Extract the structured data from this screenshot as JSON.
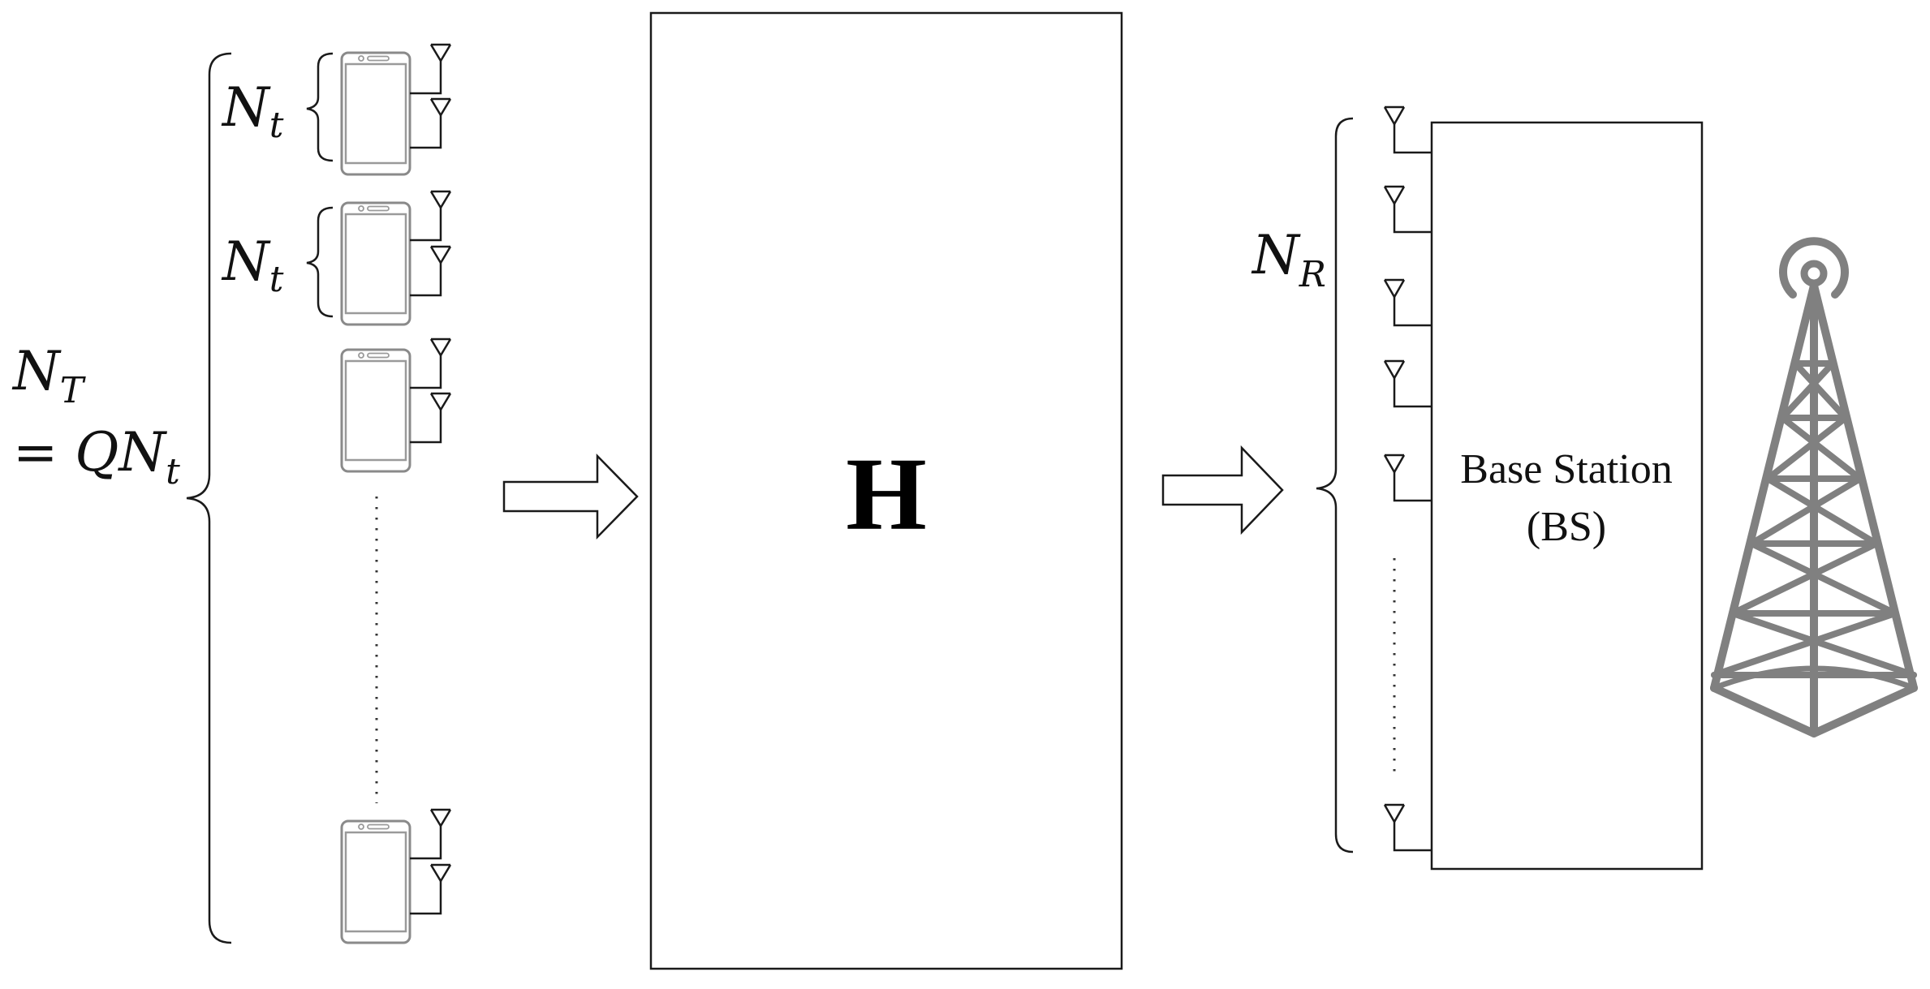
{
  "labels": {
    "nt_top": "N",
    "nt_top_sub": "t",
    "nt_second": "N",
    "nt_second_sub": "t",
    "nT": "N",
    "nT_sub": "T",
    "nT_eq": "= QN",
    "nT_eq_sub": "t",
    "nR": "N",
    "nR_sub": "R",
    "channel": "H",
    "base_station_line1": "Base Station",
    "base_station_line2": "(BS)"
  },
  "icons": [
    "smartphone-icon",
    "antenna-icon",
    "cell-tower-icon",
    "right-arrow-icon",
    "curly-brace-icon"
  ],
  "colors": {
    "line": "#1a1a1a",
    "phone": "#8a8a8a",
    "tower": "#808080"
  }
}
